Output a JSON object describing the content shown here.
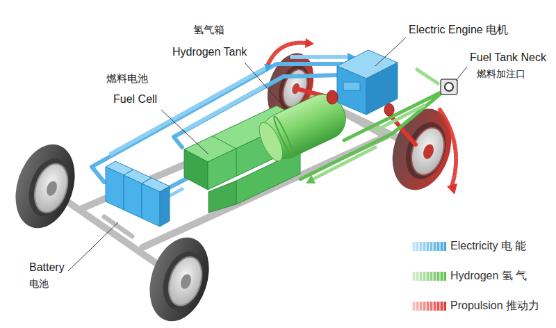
{
  "diagram": {
    "labels": [
      "氢气箱",
      "Hydrogen Tank",
      "燃料电池",
      "Fuel Cell",
      "Electric Engine 电机",
      "Fuel Tank Neck",
      "燃料加注口",
      "Battery",
      "电池"
    ],
    "legend": [
      {
        "text": "Electricity 电 能",
        "color": "#3ea6e0"
      },
      {
        "text": "Hydrogen 氢 气",
        "color": "#5cbf4a"
      },
      {
        "text": "Propulsion 推动力",
        "color": "#e0352f"
      }
    ]
  }
}
